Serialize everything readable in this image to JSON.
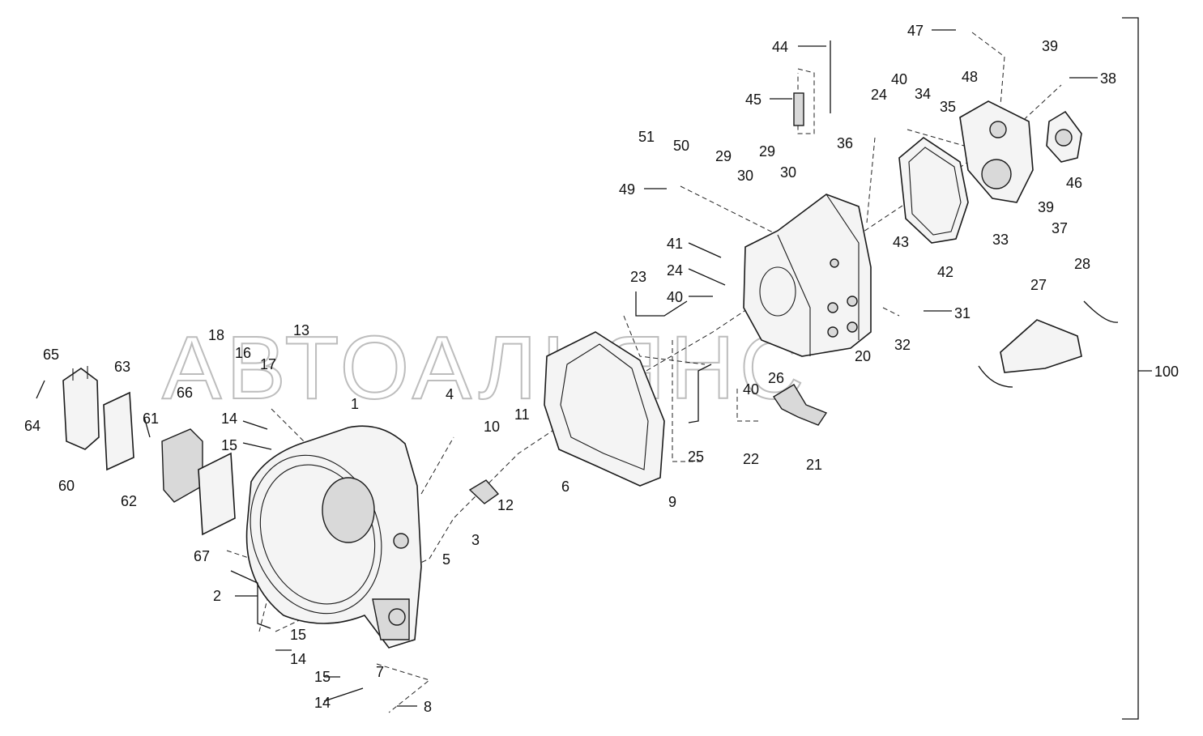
{
  "watermark": "АВТОАЛЬЯНС",
  "assembly_label": "100",
  "callouts": [
    "1",
    "2",
    "3",
    "4",
    "5",
    "6",
    "7",
    "8",
    "9",
    "10",
    "11",
    "12",
    "13",
    "14",
    "15",
    "16",
    "17",
    "18",
    "20",
    "21",
    "22",
    "23",
    "24",
    "25",
    "26",
    "27",
    "28",
    "29",
    "30",
    "31",
    "32",
    "33",
    "34",
    "35",
    "36",
    "37",
    "38",
    "39",
    "40",
    "41",
    "42",
    "43",
    "44",
    "45",
    "46",
    "47",
    "48",
    "49",
    "50",
    "51",
    "60",
    "61",
    "62",
    "63",
    "64",
    "65",
    "66",
    "67"
  ]
}
